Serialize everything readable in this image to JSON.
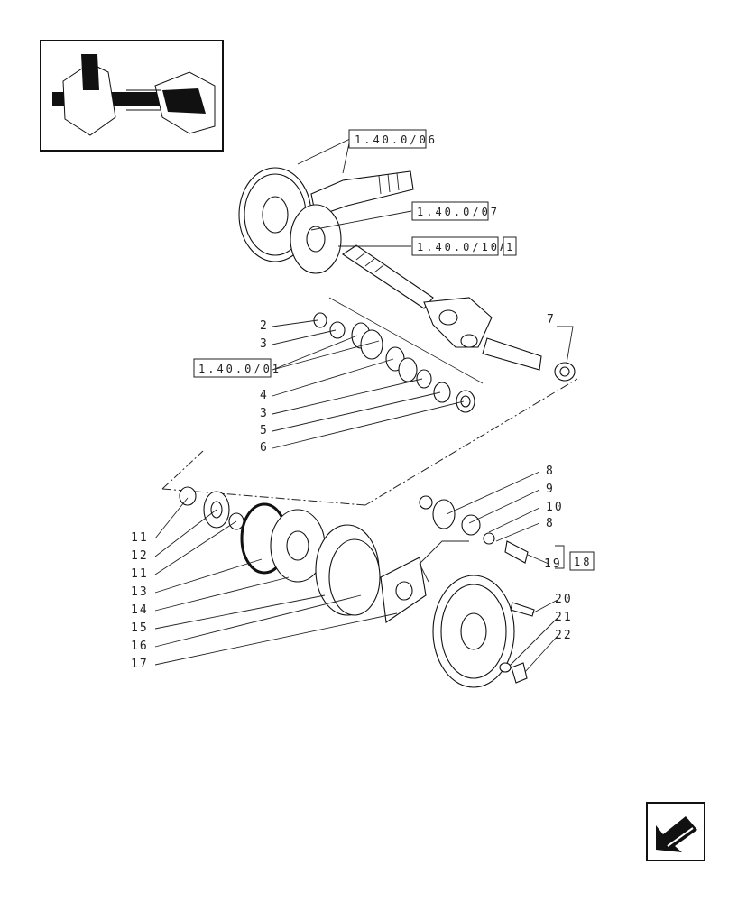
{
  "references": [
    {
      "id": "ref-1",
      "text": "1.40.0/06"
    },
    {
      "id": "ref-2",
      "text": "1.40.0/07"
    },
    {
      "id": "ref-3",
      "text": "1.40.0/10A"
    },
    {
      "id": "ref-3b",
      "text": "1"
    },
    {
      "id": "ref-4",
      "text": "1.40.0/01"
    },
    {
      "id": "ref-18",
      "text": "18"
    }
  ],
  "callouts": {
    "c2": "2",
    "c3a": "3",
    "c4": "4",
    "c3b": "3",
    "c5": "5",
    "c6": "6",
    "c7": "7",
    "c8a": "8",
    "c9": "9",
    "c10": "10",
    "c8b": "8",
    "c19": "19",
    "c11a": "11",
    "c12": "12",
    "c11b": "11",
    "c13": "13",
    "c14": "14",
    "c15": "15",
    "c16": "16",
    "c17": "17",
    "c20": "20",
    "c21": "21",
    "c22": "22"
  },
  "nav": {
    "icon": "back-arrow-icon"
  }
}
